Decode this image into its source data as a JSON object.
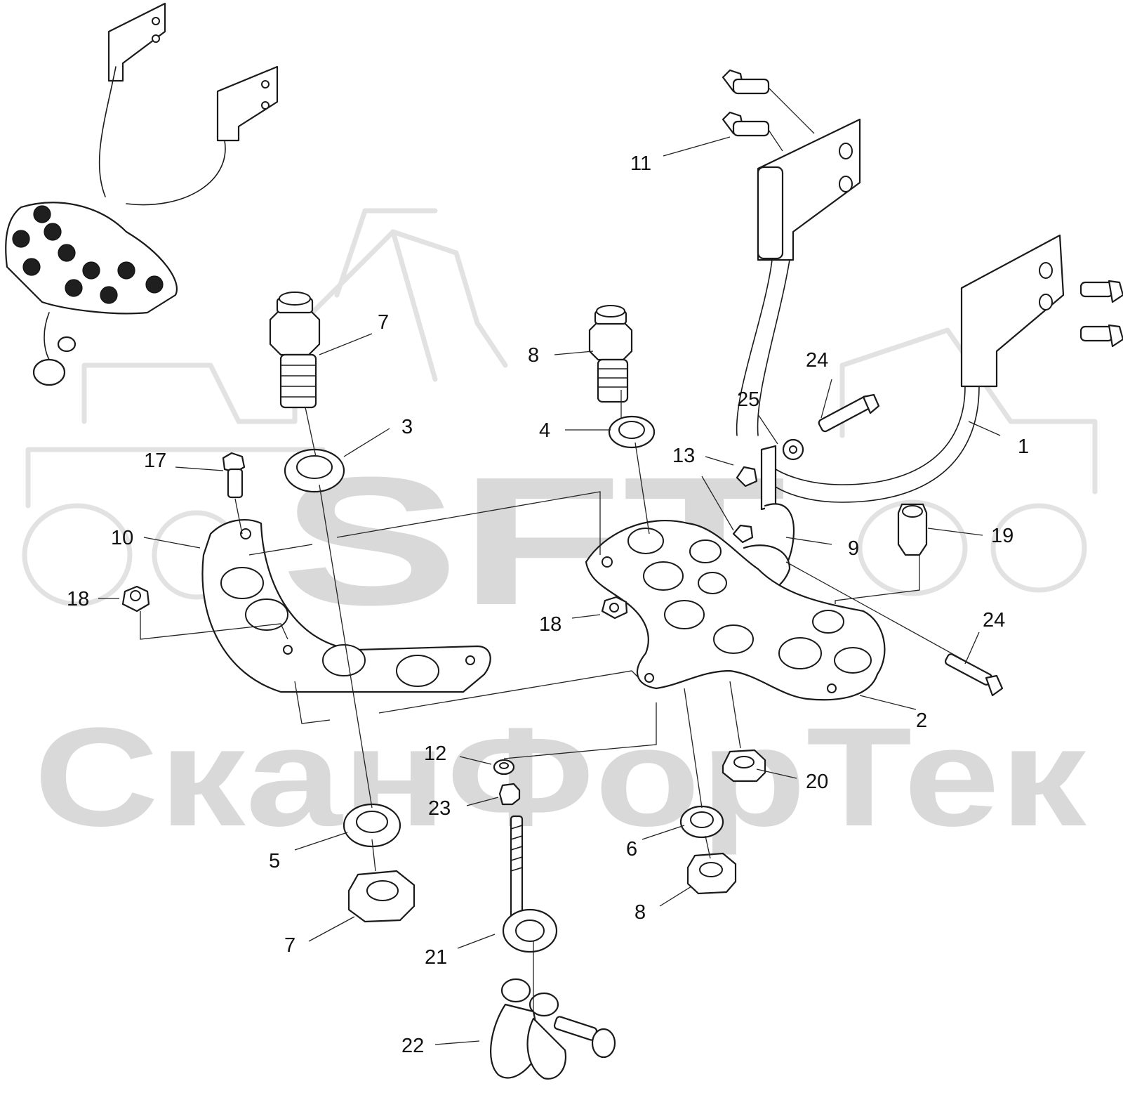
{
  "watermark": {
    "logo_text": "SFT",
    "company_text": "СканФорТек"
  },
  "callouts": [
    {
      "id": "c1",
      "label": "1"
    },
    {
      "id": "c2",
      "label": "2"
    },
    {
      "id": "c3",
      "label": "3"
    },
    {
      "id": "c4",
      "label": "4"
    },
    {
      "id": "c5",
      "label": "5"
    },
    {
      "id": "c6",
      "label": "6"
    },
    {
      "id": "c7a",
      "label": "7"
    },
    {
      "id": "c7b",
      "label": "7"
    },
    {
      "id": "c8a",
      "label": "8"
    },
    {
      "id": "c8b",
      "label": "8"
    },
    {
      "id": "c9",
      "label": "9"
    },
    {
      "id": "c10",
      "label": "10"
    },
    {
      "id": "c11",
      "label": "11"
    },
    {
      "id": "c12",
      "label": "12"
    },
    {
      "id": "c13",
      "label": "13"
    },
    {
      "id": "c17",
      "label": "17"
    },
    {
      "id": "c18a",
      "label": "18"
    },
    {
      "id": "c18b",
      "label": "18"
    },
    {
      "id": "c19",
      "label": "19"
    },
    {
      "id": "c20",
      "label": "20"
    },
    {
      "id": "c21",
      "label": "21"
    },
    {
      "id": "c22",
      "label": "22"
    },
    {
      "id": "c23",
      "label": "23"
    },
    {
      "id": "c24a",
      "label": "24"
    },
    {
      "id": "c24b",
      "label": "24"
    },
    {
      "id": "c25",
      "label": "25"
    }
  ]
}
